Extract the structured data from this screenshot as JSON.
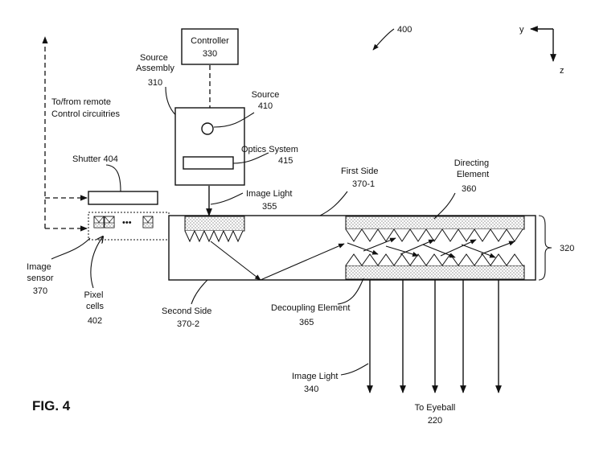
{
  "figure": {
    "number": "400",
    "caption": "FIG. 4"
  },
  "axes": {
    "y": "y",
    "z": "z"
  },
  "controller": {
    "name": "Controller",
    "ref": "330"
  },
  "source_assembly": {
    "name": "Source\nAssembly",
    "ref": "310"
  },
  "source": {
    "name": "Source",
    "ref": "410"
  },
  "optics_system": {
    "name": "Optics System",
    "ref": "415"
  },
  "remote": {
    "text": "To/from remote\nControl circuitries"
  },
  "shutter": {
    "text": "Shutter 404"
  },
  "image_light_in": {
    "name": "Image Light",
    "ref": "355"
  },
  "first_side": {
    "name": "First Side",
    "ref": "370-1"
  },
  "second_side": {
    "name": "Second Side",
    "ref": "370-2"
  },
  "directing_element": {
    "name": "Directing\nElement",
    "ref": "360"
  },
  "decoupling_element": {
    "name": "Decoupling Element",
    "ref": "365"
  },
  "waveguide_ref": "320",
  "image_sensor": {
    "name": "Image\nsensor",
    "ref": "370"
  },
  "pixel_cells": {
    "name": "Pixel\ncells",
    "ref": "402"
  },
  "ellipsis": "•••",
  "image_light_out": {
    "name": "Image Light",
    "ref": "340"
  },
  "eyeball": {
    "name": "To Eyeball",
    "ref": "220"
  }
}
